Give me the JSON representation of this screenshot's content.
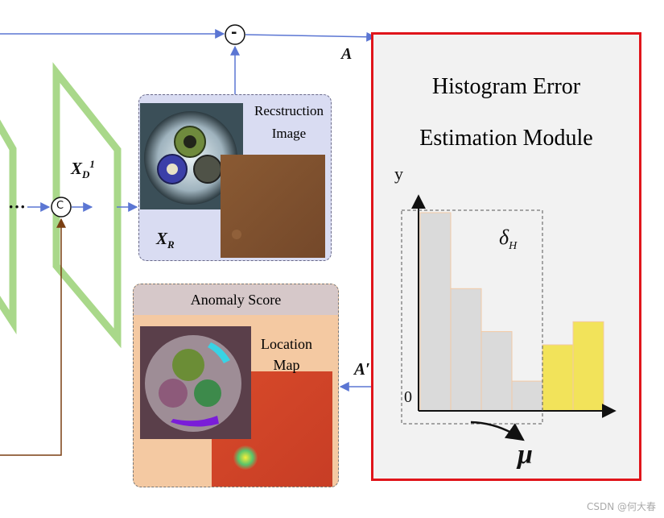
{
  "diagram": {
    "minus_symbol": "-",
    "concat_symbol": "C",
    "ellipsis": "···",
    "label_A": "A",
    "label_A_prime": "A′",
    "label_XD_main": "X",
    "label_XD_sub": "D",
    "label_XD_sup": "1",
    "label_XR_main": "X",
    "label_XR_sub": "R"
  },
  "reconstruction": {
    "title_line1": "Recstruction",
    "title_line2": "Image"
  },
  "anomaly": {
    "header": "Anomaly Score",
    "location_line1": "Location",
    "location_line2": "Map"
  },
  "histogram_module": {
    "title_line1": "Histogram Error",
    "title_line2": "Estimation Module",
    "y_axis_label": "y",
    "origin_label": "0",
    "delta_symbol": "δ",
    "delta_subscript": "H",
    "mu_symbol": "μ",
    "bins": [
      {
        "value": 6.0,
        "highlight": false
      },
      {
        "value": 3.7,
        "highlight": false
      },
      {
        "value": 2.4,
        "highlight": false
      },
      {
        "value": 0.9,
        "highlight": false
      },
      {
        "value": 2.0,
        "highlight": true
      },
      {
        "value": 2.7,
        "highlight": true
      }
    ],
    "colors": {
      "normal_bin": "#dadada",
      "highlight_bin": "#f2e35a",
      "bin_border": "#f3c9a5"
    }
  },
  "colors": {
    "flow_arrow": "#5b76d3",
    "skip_arrow": "#7a3f12",
    "encoder_green": "#a9d88a",
    "module_border": "#e0151b"
  },
  "watermark": "CSDN @何大春"
}
